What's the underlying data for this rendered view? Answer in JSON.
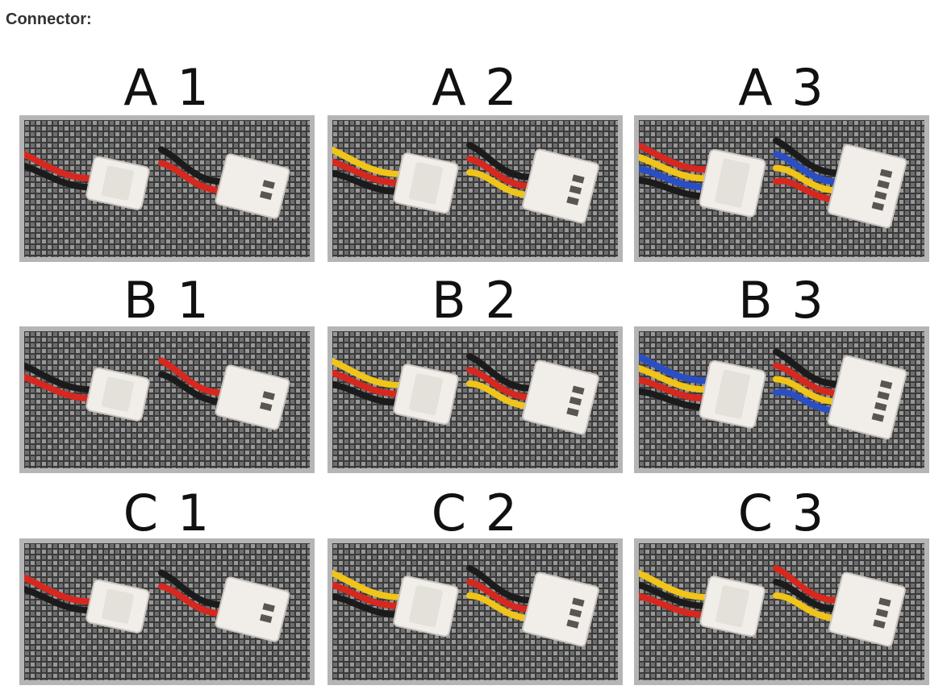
{
  "heading": "Connector:",
  "palette": {
    "red": "#d6281f",
    "black": "#1b1b1b",
    "yellow": "#f0c419",
    "blue": "#2a4fc4",
    "housing": "#f1eeea",
    "fabric_dark": "#3a3a3a",
    "fabric_light": "#a8a8a8",
    "frame": "#b5b5b5"
  },
  "connectors": [
    {
      "label": "A 1",
      "pins": 2,
      "wires": [
        "red",
        "black"
      ]
    },
    {
      "label": "A 2",
      "pins": 3,
      "wires": [
        "yellow",
        "red",
        "black"
      ]
    },
    {
      "label": "A 3",
      "pins": 4,
      "wires": [
        "red",
        "yellow",
        "blue",
        "black"
      ]
    },
    {
      "label": "B 1",
      "pins": 2,
      "wires": [
        "black",
        "red"
      ]
    },
    {
      "label": "B 2",
      "pins": 3,
      "wires": [
        "yellow",
        "red",
        "black"
      ]
    },
    {
      "label": "B 3",
      "pins": 4,
      "wires": [
        "blue",
        "yellow",
        "red",
        "black"
      ]
    },
    {
      "label": "C 1",
      "pins": 2,
      "wires": [
        "red",
        "black"
      ]
    },
    {
      "label": "C 2",
      "pins": 3,
      "wires": [
        "yellow",
        "red",
        "black"
      ]
    },
    {
      "label": "C 3",
      "pins": 3,
      "wires": [
        "yellow",
        "black",
        "red"
      ]
    }
  ]
}
